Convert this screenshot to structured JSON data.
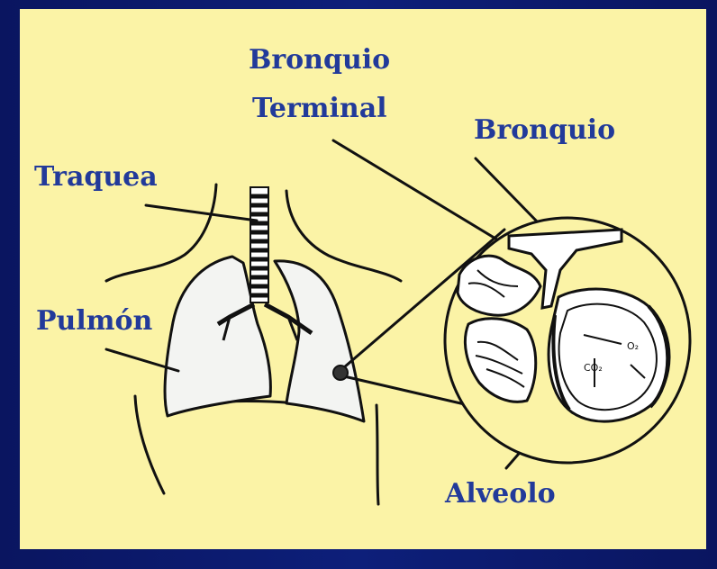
{
  "labels": {
    "bronquio_terminal_line1": "Bronquio",
    "bronquio_terminal_line2": "Terminal",
    "bronquio": "Bronquio",
    "traquea": "Traquea",
    "pulmon": "Pulmón",
    "alveolo": "Alveolo"
  },
  "inset": {
    "o2": "O₂",
    "co2": "CO₂"
  },
  "colors": {
    "background": "#0d1f7a",
    "panel": "#fbf3a6",
    "label_text": "#223a9a",
    "ink": "#111111",
    "lung_fill": "#f3f4f2"
  }
}
